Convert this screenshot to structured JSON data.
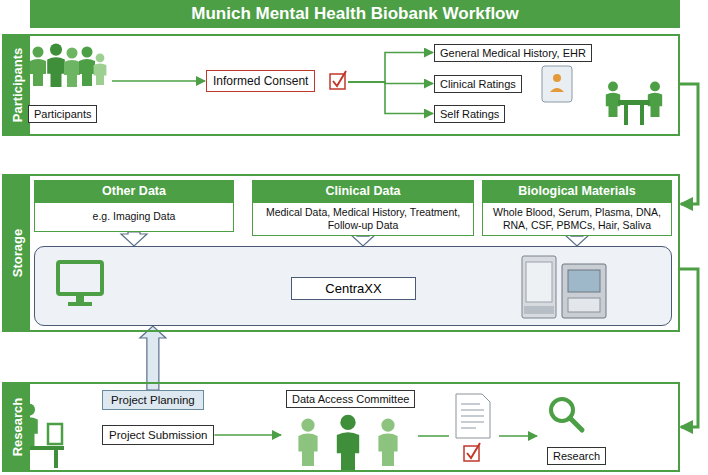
{
  "diagram": {
    "title": "Munich Mental Health Biobank Workflow",
    "nodes": [
      {
        "text": [
          "Participants"
        ]
      },
      {
        "text": [
          "Participants"
        ],
        "in": 0
      },
      {
        "text": [
          "Informed Consent"
        ],
        "in": 0
      },
      {
        "text": [
          "General Medical History, EHR"
        ],
        "in": 0
      },
      {
        "text": [
          "Clinical Ratings"
        ],
        "in": 0
      },
      {
        "text": [
          "Self Ratings"
        ],
        "in": 0
      },
      {
        "text": [
          "Storage"
        ]
      },
      {
        "text": [
          "Other Data",
          "e.g. Imaging Data"
        ],
        "in": 6
      },
      {
        "text": [
          "Clinical Data",
          "Medical Data, Medical History, Treatment, Follow-up Data"
        ],
        "in": 6
      },
      {
        "text": [
          "Biological Materials",
          "Whole Blood, Serum, Plasma, DNA, RNA, CSF, PBMCs, Hair, Saliva"
        ],
        "in": 6
      },
      {
        "text": [
          "CentraXX"
        ],
        "in": 6
      },
      {
        "text": [
          "Research"
        ]
      },
      {
        "text": [
          "Project Planning"
        ],
        "in": 11
      },
      {
        "text": [
          "Project Submission"
        ],
        "in": 11
      },
      {
        "text": [
          "Data Access Committee"
        ],
        "in": 11
      },
      {
        "text": [
          "Research"
        ],
        "in": 11
      }
    ],
    "edges": [
      {
        "from": 1,
        "to": 2,
        "arrow": "to"
      },
      {
        "from": 2,
        "to": 3,
        "arrow": "to"
      },
      {
        "from": 2,
        "to": 4,
        "arrow": "to"
      },
      {
        "from": 2,
        "to": 5,
        "arrow": "to"
      },
      {
        "from": 0,
        "to": 6,
        "arrow": "to"
      },
      {
        "from": 6,
        "to": 11,
        "arrow": "to"
      },
      {
        "from": 7,
        "to": 10,
        "arrow": "to"
      },
      {
        "from": 8,
        "to": 10,
        "arrow": "to"
      },
      {
        "from": 9,
        "to": 10,
        "arrow": "to"
      },
      {
        "from": 12,
        "to": 10,
        "arrow": "to"
      },
      {
        "from": 13,
        "to": 14,
        "arrow": "to"
      },
      {
        "from": 14,
        "to": 15,
        "arrow": "to"
      }
    ]
  }
}
